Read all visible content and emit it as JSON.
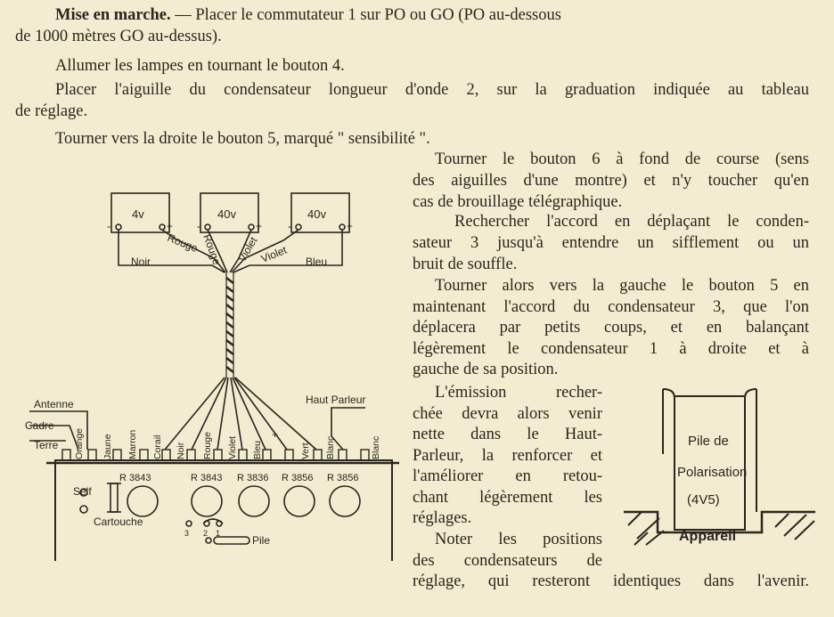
{
  "text": {
    "p1_head": "Mise en marche.",
    "p1_rest": " — Placer le commutateur 1 sur PO ou GO (PO au-dessous",
    "p1_l2": "de 1000 mètres GO au-dessus).",
    "p2": "Allumer les lampes en tournant le bouton 4.",
    "p3_l1": "Placer l'aiguille du condensateur longueur d'onde 2, sur la graduation indiquée au tableau",
    "p3_l2": "de réglage.",
    "p4": "Tourner vers la droite le bouton 5, marqué \" sensibilité \".",
    "r1": "Tourner le bouton 6 à fond de course (sens",
    "r2": "des aiguilles d'une montre) et n'y toucher qu'en",
    "r3": "cas de brouillage télégraphique.",
    "r4": "Rechercher l'accord en déplaçant le conden-",
    "r5": "sateur 3 jusqu'à entendre un sifflement ou un",
    "r6": "bruit de souffle.",
    "r7": "Tourner alors vers la gauche le bouton 5 en",
    "r8": "maintenant l'accord du condensateur 3, que l'on",
    "r9": "déplacera par petits coups, et en balançant",
    "r10": "légèrement le condensateur 1 à droite et à",
    "r11": "gauche de sa position.",
    "r12": "L'émission recher-",
    "r13": "chée devra alors venir",
    "r14": "nette dans le Haut-",
    "r15": "Parleur, la renforcer et",
    "r16": "l'améliorer en retou-",
    "r17": "chant légèrement les",
    "r18": "réglages.",
    "r19": "Noter les positions",
    "r20": "des condensateurs de",
    "r21": "réglage, qui resteront identiques dans l'avenir."
  },
  "diagram": {
    "batteries": [
      "4v",
      "40v",
      "40v"
    ],
    "battery_wires": [
      "Noir",
      "Rouge",
      "Rouge",
      "Violet",
      "Violet",
      "Bleu"
    ],
    "left_labels": [
      "Antenne",
      "Cadre",
      "Terre"
    ],
    "speaker_label": "Haut Parleur",
    "terminals": [
      "Orange",
      "Jaune",
      "Marron",
      "Corail",
      "Noir",
      "Rouge",
      "Violet",
      "Bleu",
      "Vert",
      "Blanc",
      "Blanc"
    ],
    "tubes": [
      "R 3843",
      "R 3843",
      "R 3836",
      "R 3856",
      "R 3856"
    ],
    "self_label": "Self",
    "fuse_label": "Cartouche",
    "pile_label": "Pile",
    "switch_numbers": [
      "3",
      "2",
      "1"
    ],
    "polar_battery": [
      "Pile de",
      "Polarisation",
      "(4V5)"
    ],
    "appareil_label": "Appareil"
  }
}
